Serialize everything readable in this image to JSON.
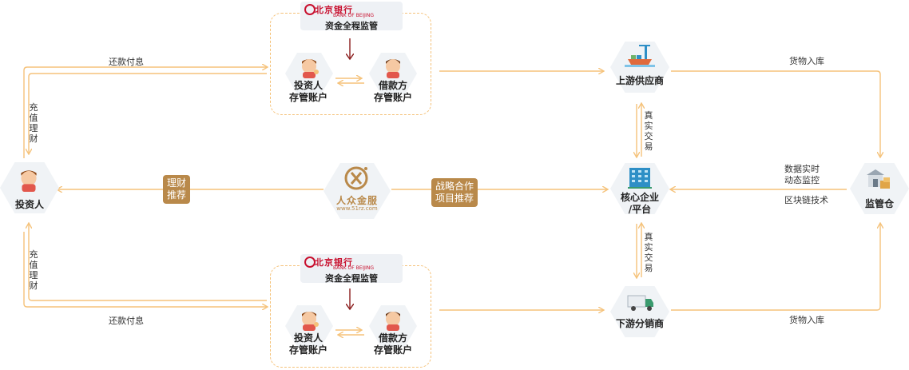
{
  "nodes": {
    "investor": "投资人",
    "renzhong_name": "人众金服",
    "renzhong_url": "www.51rz.com",
    "core": [
      "核心企业",
      "/平台"
    ],
    "upstream": "上游供应商",
    "downstream": "下游分销商",
    "warehouse": "监管仓"
  },
  "bank_top": {
    "logo": "北京银行",
    "logo_sub": "BANK OF BEIJING",
    "caption": "资金全程监管",
    "investor_account": [
      "投资人",
      "存管账户"
    ],
    "borrower_account": [
      "借款方",
      "存管账户"
    ]
  },
  "bank_bottom": {
    "logo": "北京银行",
    "logo_sub": "BANK OF BEIJING",
    "caption": "资金全程监管",
    "investor_account": [
      "投资人",
      "存管账户"
    ],
    "borrower_account": [
      "借款方",
      "存管账户"
    ]
  },
  "edges": {
    "repay_top": "还款付息",
    "repay_bottom": "还款付息",
    "recharge_top": "充值理财",
    "recharge_bottom": "充值理财",
    "wealth_recommend": [
      "理财",
      "推荐"
    ],
    "strategic": [
      "战略合作",
      "项目推荐"
    ],
    "real_trade_top": "真实交易",
    "real_trade_bottom": "真实交易",
    "goods_in_top": "货物入库",
    "goods_in_bottom": "货物入库",
    "data_monitor": [
      "数据实时",
      "动态监控"
    ],
    "blockchain": "区块链技术"
  },
  "colors": {
    "line": "#f5c27a",
    "pill": "#b9894a",
    "bank_red": "#c8102e",
    "dash": "#f5c27a"
  }
}
